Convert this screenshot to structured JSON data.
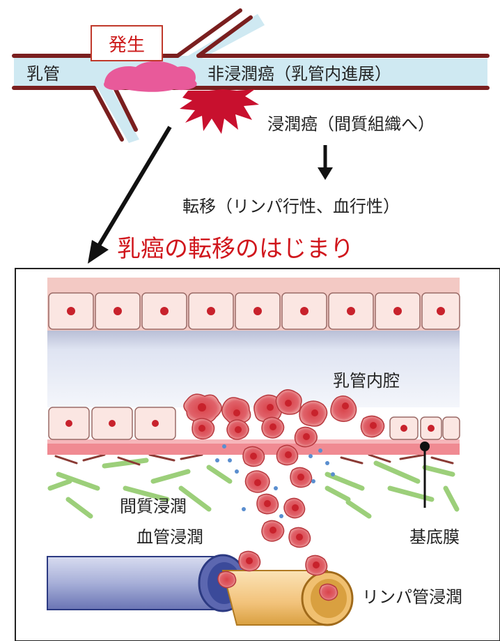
{
  "top": {
    "occurrence_label": "発生",
    "duct_label": "乳管",
    "noninvasive_label": "非浸潤癌（乳管内進展）",
    "invasive_label": "浸潤癌（間質組織へ）",
    "metastasis_label": "転移（リンパ行性、血行性）"
  },
  "title": "乳癌の転移のはじまり",
  "detail": {
    "lumen_label": "乳管内腔",
    "stromal_invasion_label": "間質浸潤",
    "vascular_invasion_label": "血管浸潤",
    "basement_membrane_label": "基底膜",
    "lymphatic_invasion_label": "リンパ管浸潤"
  },
  "colors": {
    "duct_wall": "#7a1f1f",
    "duct_lumen": "#cfe9f2",
    "noninvasive_cancer": "#e85a9a",
    "invasive_cancer": "#c8102e",
    "title": "#d0161c",
    "basement_membrane": "#e8707a",
    "blood_vessel": "#3b4a9a",
    "lymph_vessel": "#d9a040"
  }
}
